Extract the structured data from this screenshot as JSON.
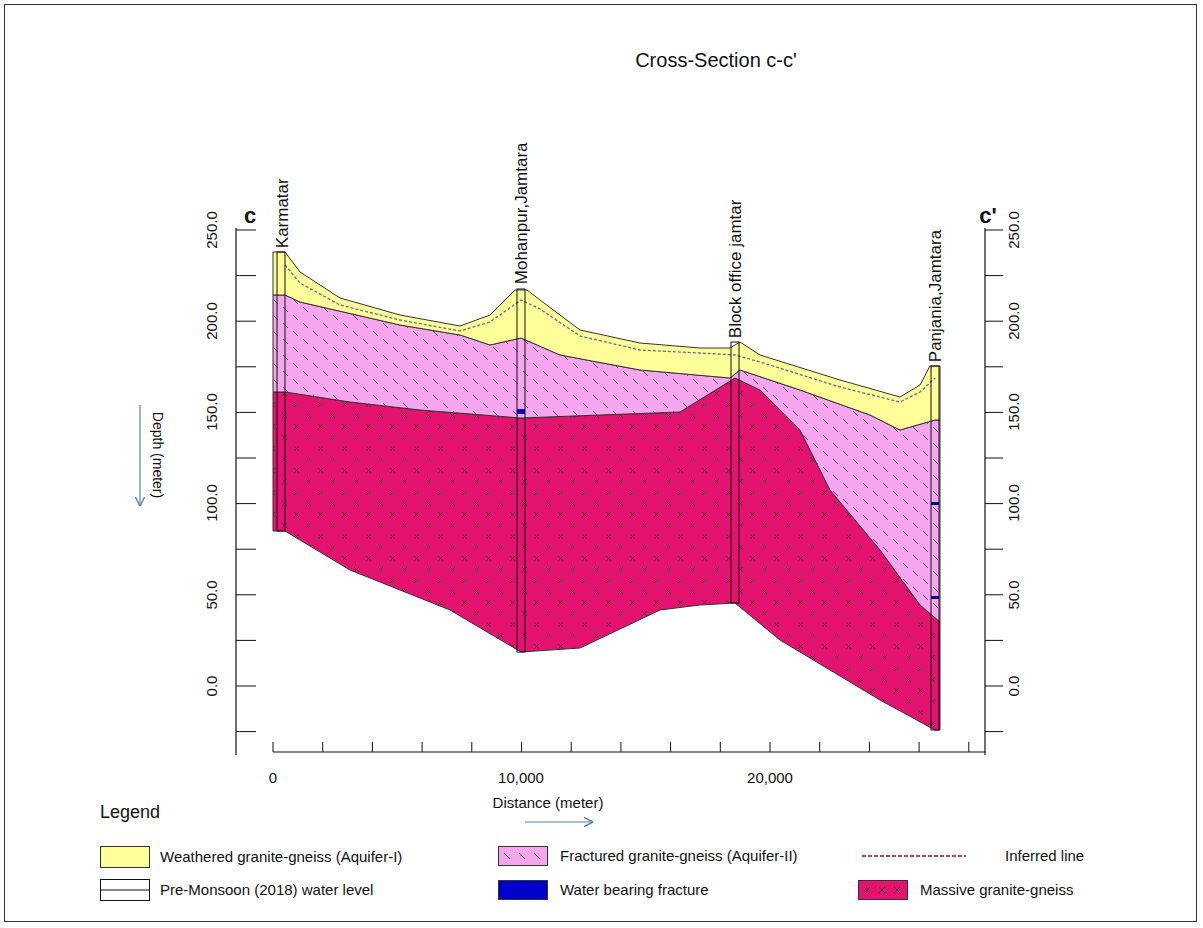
{
  "diagram": {
    "title": "Cross-Section c-c'",
    "labels": [
      "c",
      "c'",
      "Karmatar",
      "Mohanpur,Jamtara",
      "Block office jamtar",
      "Panjania,Jamtara",
      "250.0",
      "200.0",
      "150.0",
      "100.0",
      "50.0",
      "0.0",
      "250.0",
      "200.0",
      "150.0",
      "100.0",
      "50.0",
      "0.0",
      "Depth (meter)",
      "0",
      "10,000",
      "20,000",
      "Distance (meter)",
      "Legend"
    ],
    "legend": [
      {
        "text": "Weathered granite-gneiss (Aquifer-I)",
        "color": "#ffff99"
      },
      {
        "text": "Fractured granite-gneiss (Aquifer-II)",
        "color": "#f5a6ee"
      },
      {
        "text": "Inferred line"
      },
      {
        "text": "Pre-Monsoon (2018) water level"
      },
      {
        "text": "Water bearing fracture",
        "color": "#0000cc"
      },
      {
        "text": "Massive granite-gneiss",
        "color": "#e3136f"
      }
    ]
  }
}
